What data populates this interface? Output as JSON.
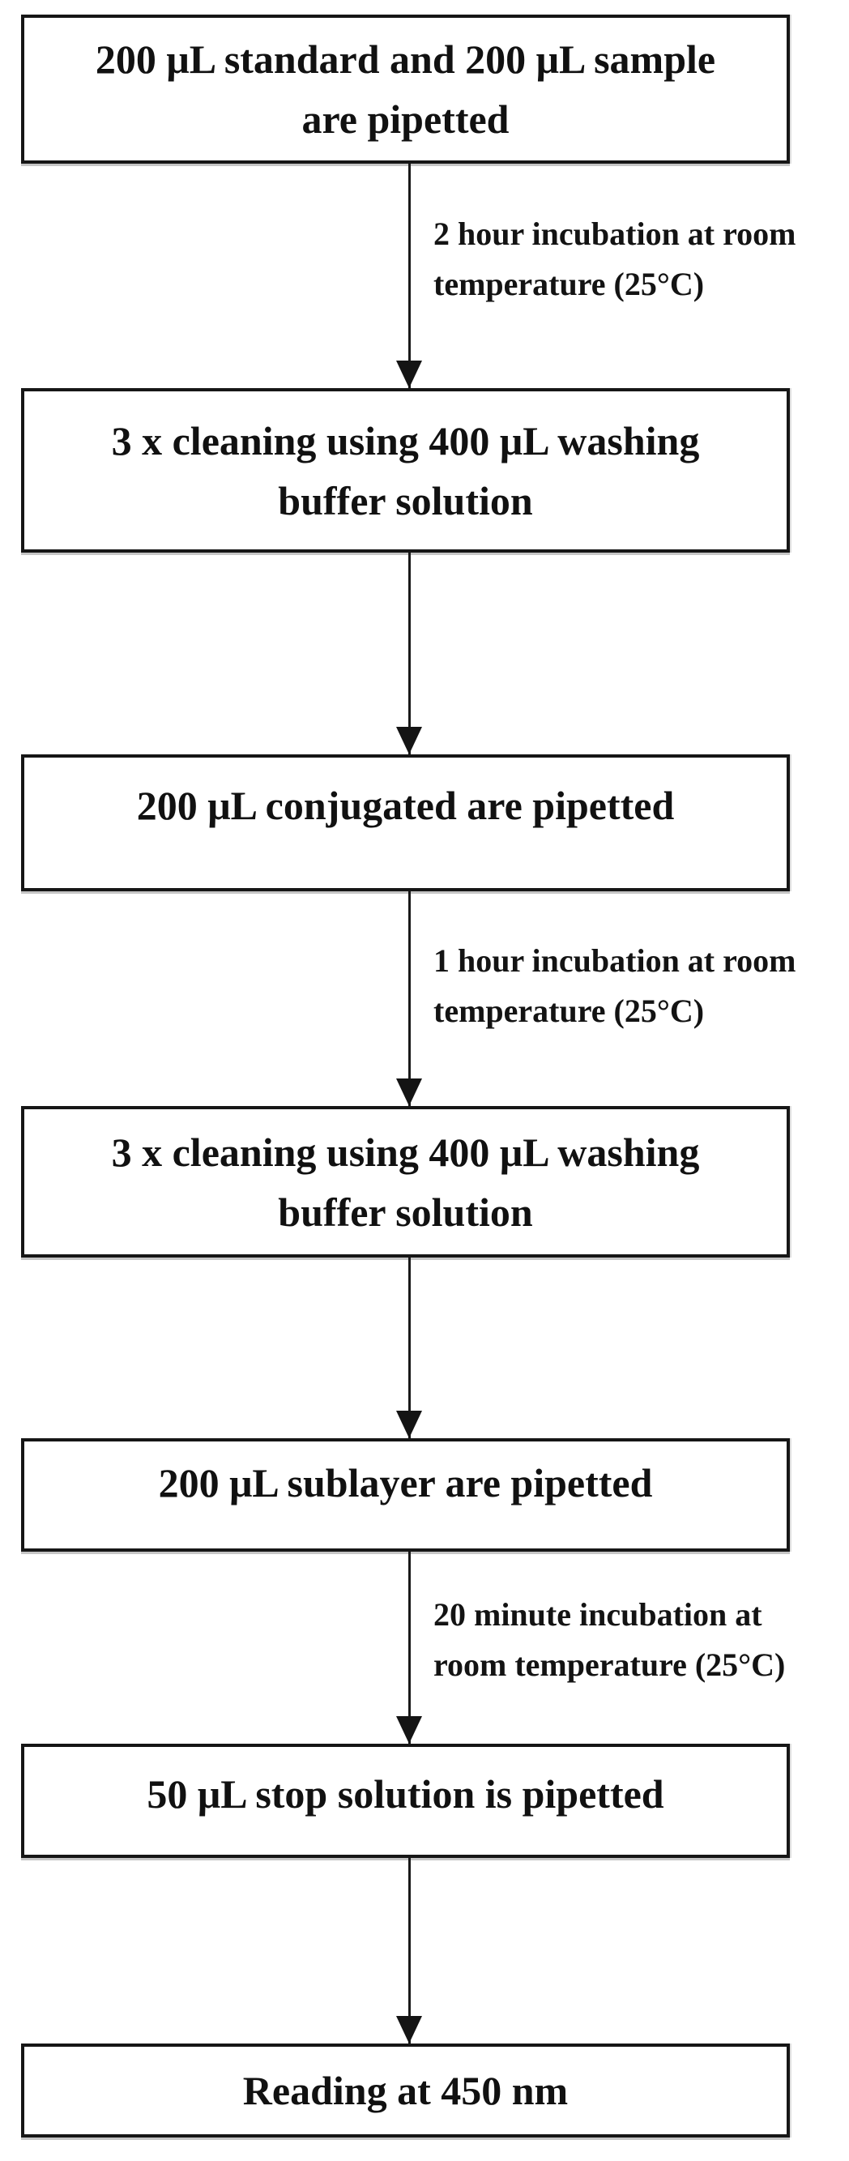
{
  "flowchart": {
    "description": "Assay procedure flowchart",
    "colors": {
      "background": "#ffffff",
      "line": "#1a1a1a",
      "text": "#111111",
      "box_border": "#161616"
    },
    "nodes": [
      {
        "step": 1,
        "text": "200 μL standard and 200 μL sample are pipetted",
        "lines": [
          "200 μL standard and 200 μL sample",
          "are pipetted"
        ]
      },
      {
        "step": 2,
        "text": "3 x cleaning using 400 μL washing buffer solution",
        "lines": [
          "3 x cleaning using 400 μL washing",
          "buffer solution"
        ]
      },
      {
        "step": 3,
        "text": "200 μL conjugated are pipetted",
        "lines": [
          "200 μL conjugated are pipetted"
        ]
      },
      {
        "step": 4,
        "text": "3 x cleaning using 400 μL washing buffer solution",
        "lines": [
          "3 x cleaning using 400 μL washing",
          "buffer solution"
        ]
      },
      {
        "step": 5,
        "text": "200 μL sublayer are pipetted",
        "lines": [
          "200 μL sublayer are pipetted"
        ]
      },
      {
        "step": 6,
        "text": "50 μL stop solution is pipetted",
        "lines": [
          "50 μL stop solution is pipetted"
        ]
      },
      {
        "step": 7,
        "text": "Reading at 450 nm",
        "lines": [
          "Reading at 450 nm"
        ]
      }
    ],
    "connectors": [
      {
        "from_step": 1,
        "to_step": 2,
        "label": "2 hour incubation at room temperature (25°C)",
        "label_lines": [
          "2 hour incubation at room",
          "temperature (25°C)"
        ]
      },
      {
        "from_step": 2,
        "to_step": 3,
        "label": "",
        "label_lines": []
      },
      {
        "from_step": 3,
        "to_step": 4,
        "label": "1 hour incubation at room temperature (25°C)",
        "label_lines": [
          "1 hour incubation at room",
          "temperature (25°C)"
        ]
      },
      {
        "from_step": 4,
        "to_step": 5,
        "label": "",
        "label_lines": []
      },
      {
        "from_step": 5,
        "to_step": 6,
        "label": "20 minute incubation at room temperature (25°C)",
        "label_lines": [
          "20 minute incubation at",
          "room temperature (25°C)"
        ]
      },
      {
        "from_step": 6,
        "to_step": 7,
        "label": "",
        "label_lines": []
      }
    ]
  }
}
